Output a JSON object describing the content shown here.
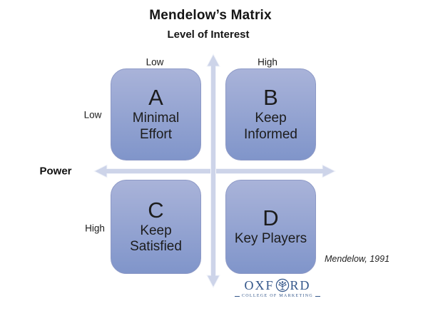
{
  "title": "Mendelow’s Matrix",
  "interest_axis": {
    "label": "Level of Interest",
    "low": "Low",
    "high": "High"
  },
  "power_axis": {
    "label": "Power",
    "low": "Low",
    "high": "High"
  },
  "quadrants": [
    {
      "letter": "A",
      "strategy": "Minimal Effort"
    },
    {
      "letter": "B",
      "strategy": "Keep Informed"
    },
    {
      "letter": "C",
      "strategy": "Keep Satisfied"
    },
    {
      "letter": "D",
      "strategy": "Key Players"
    }
  ],
  "citation": "Mendelow, 1991",
  "logo": {
    "wordmark_left": "OXF",
    "wordmark_right": "RD",
    "tagline": "COLLEGE OF MARKETING"
  },
  "colors": {
    "box_top": "#a9b3d9",
    "box_bottom": "#8095ca",
    "box_border": "#8d99c6",
    "arrow": "#cdd4e9",
    "logo_blue": "#33568a"
  }
}
